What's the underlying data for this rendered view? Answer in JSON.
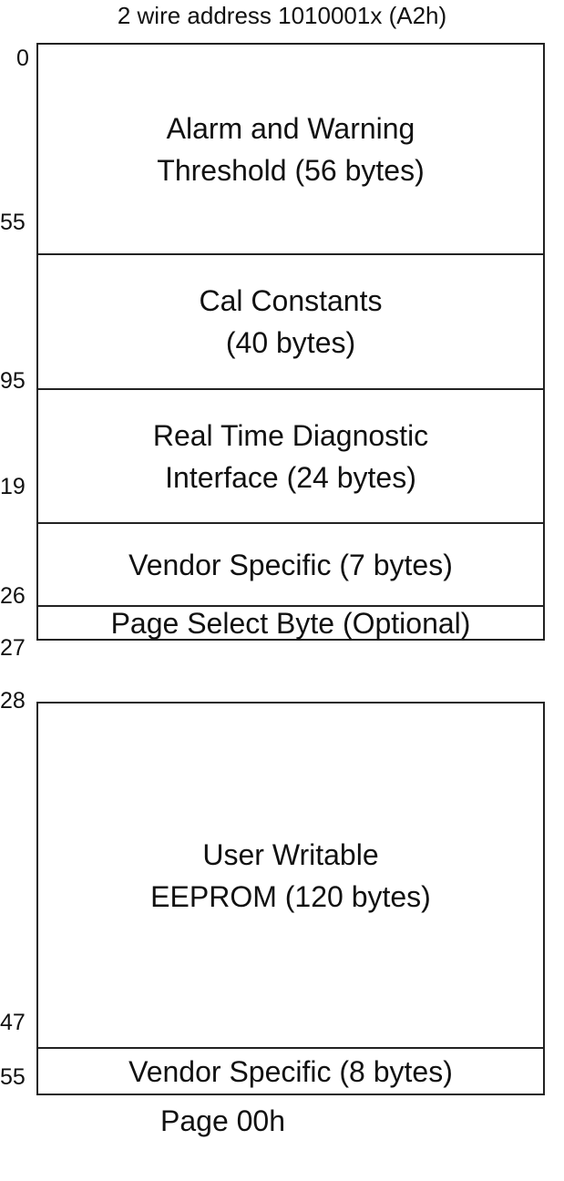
{
  "title": "2 wire address 1010001x (A2h)",
  "upper_blocks": [
    {
      "line1": "Alarm and Warning",
      "line2": "Threshold  (56 bytes)"
    },
    {
      "line1": "Cal Constants",
      "line2": "(40 bytes)"
    },
    {
      "line1": "Real Time Diagnostic",
      "line2": "Interface (24 bytes)"
    },
    {
      "line1": "Vendor Specific (7 bytes)"
    },
    {
      "line1": "Page Select Byte (Optional)"
    }
  ],
  "lower_blocks": [
    {
      "line1": "User Writable",
      "line2": "EEPROM (120 bytes)"
    },
    {
      "line1": "Vendor Specific (8 bytes)"
    }
  ],
  "labels": [
    "0",
    "55",
    "95",
    "19",
    "26",
    "27",
    "28",
    "47",
    "55"
  ],
  "caption": "Page 00h"
}
